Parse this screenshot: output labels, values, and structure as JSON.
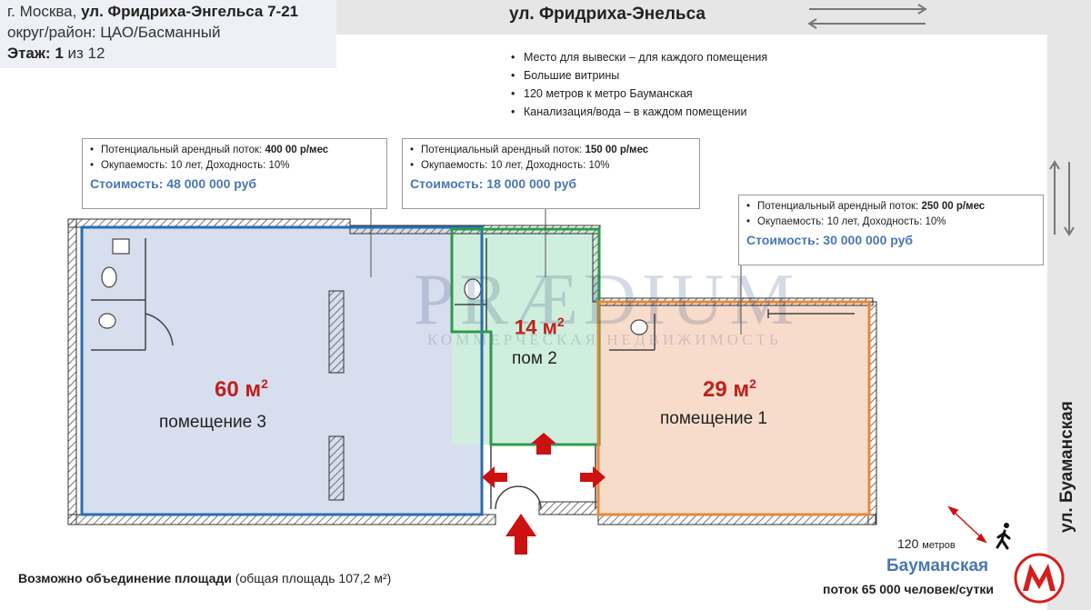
{
  "header": {
    "city": "г. Москва,",
    "address": "ул. Фридриха-Энгельса 7-21",
    "district_label": "округ/район: ЦАО/Басманный",
    "floor_label": "Этаж:",
    "floor_value": "1",
    "floor_total": "из 12"
  },
  "streets": {
    "top": "ул. Фридриха-Энельса",
    "right": "ул. Буаманская"
  },
  "features": [
    "Место для вывески – для каждого помещения",
    "Большие витрины",
    "120 метров к метро Бауманская",
    "Канализация/вода – в каждом помещении"
  ],
  "boxes": [
    {
      "flow_label": "Потенциальный арендный поток:",
      "flow_value": "400 00 р/мес",
      "payback": "Окупаемость: 10 лет,  Доходность:  10%",
      "cost": "Стоимость: 48 000 000 руб"
    },
    {
      "flow_label": "Потенциальный арендный поток:",
      "flow_value": "150 00 р/мес",
      "payback": "Окупаемость: 10 лет,  Доходность:  10%",
      "cost": "Стоимость: 18 000 000 руб"
    },
    {
      "flow_label": "Потенциальный арендный поток:",
      "flow_value": "250 00 р/мес",
      "payback": "Окупаемость: 10 лет,  Доходность:  10%",
      "cost": "Стоимость: 30 000 000 руб"
    }
  ],
  "rooms": [
    {
      "area": "60 м",
      "sup": "2",
      "name": "помещение 3"
    },
    {
      "area": "14 м",
      "sup": "2",
      "name": "пом 2"
    },
    {
      "area": "29 м",
      "sup": "2",
      "name": "помещение 1"
    }
  ],
  "footer": {
    "merge_bold": "Возможно объединение площади",
    "merge_rest": " (общая площадь 107,2 м²)"
  },
  "metro": {
    "distance": "120",
    "distance_unit": "метров",
    "name": "Бауманская",
    "flow": "поток 65 000 человек/сутки"
  },
  "watermark": {
    "brand": "PRÆDIUM",
    "tagline": "КОММЕРЧЕСКАЯ НЕДВИЖИМОСТЬ"
  },
  "colors": {
    "room3_outline": "#2b6cb0",
    "room2_outline": "#2e9a4a",
    "room1_outline": "#e58a3a",
    "area_red": "#c0201c",
    "cost_blue": "#4a77b4",
    "arrow_red": "#cc1111"
  }
}
